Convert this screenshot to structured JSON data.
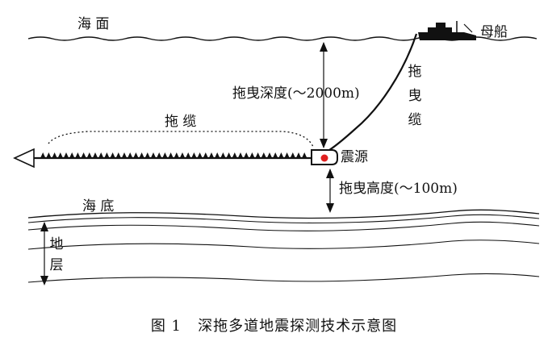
{
  "labels": {
    "sea_surface": "海 面",
    "mother_ship": "母船",
    "tow_cable_vertical": "拖曳缆",
    "tow_depth": "拖曳深度(～2000m)",
    "streamer": "拖  缆",
    "source": "震源",
    "tow_height": "拖曳高度(～100m)",
    "seafloor": "海 底",
    "strata": "地层"
  },
  "caption": {
    "figure_no": "图 1",
    "title": "深拖多道地震探测技术示意图"
  },
  "colors": {
    "line": "#111111",
    "source_dot": "#e02020",
    "background": "#ffffff"
  }
}
